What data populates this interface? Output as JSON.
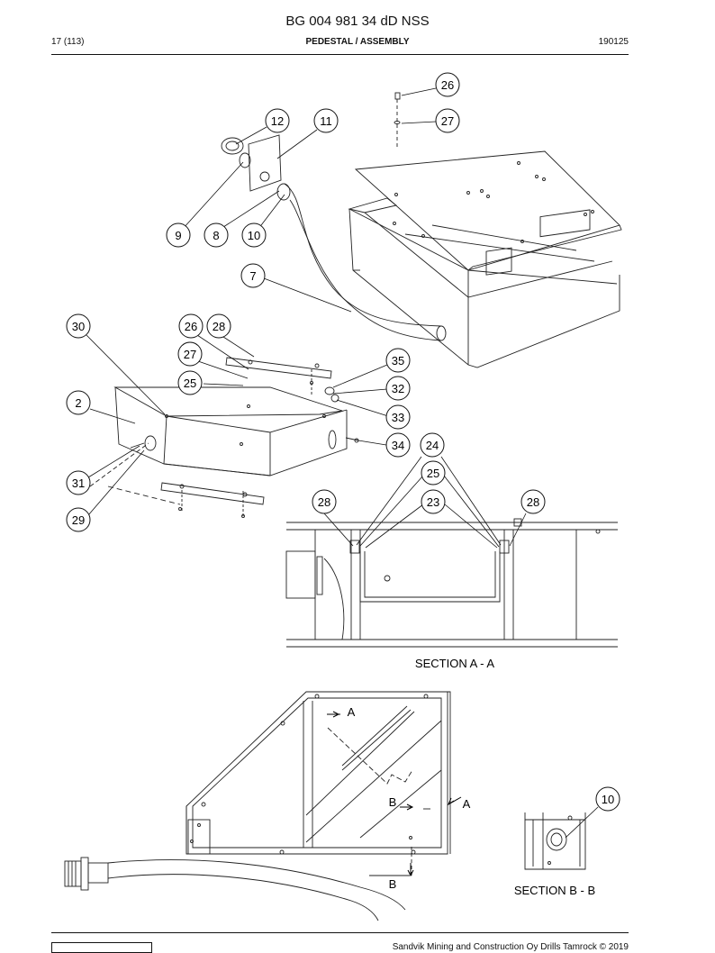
{
  "header": {
    "doc_number": "BG 004 981 34 dD NSS",
    "page": "17 (113)",
    "section": "PEDESTAL / ASSEMBLY",
    "date": "190125"
  },
  "callouts": [
    {
      "n": "26"
    },
    {
      "n": "27"
    },
    {
      "n": "12"
    },
    {
      "n": "11"
    },
    {
      "n": "9"
    },
    {
      "n": "8"
    },
    {
      "n": "10"
    },
    {
      "n": "7"
    },
    {
      "n": "30"
    },
    {
      "n": "26"
    },
    {
      "n": "28"
    },
    {
      "n": "27"
    },
    {
      "n": "25"
    },
    {
      "n": "35"
    },
    {
      "n": "32"
    },
    {
      "n": "2"
    },
    {
      "n": "33"
    },
    {
      "n": "34"
    },
    {
      "n": "24"
    },
    {
      "n": "25"
    },
    {
      "n": "31"
    },
    {
      "n": "28"
    },
    {
      "n": "23"
    },
    {
      "n": "28"
    },
    {
      "n": "29"
    },
    {
      "n": "10"
    }
  ],
  "labels": {
    "section_a": "SECTION A - A",
    "section_b": "SECTION B - B",
    "cut_a_top": "A",
    "cut_a_bottom": "A",
    "cut_b_top": "B",
    "cut_b_bottom": "B"
  },
  "footer": {
    "copyright": "Sandvik Mining and Construction Oy Drills Tamrock © 2019"
  }
}
